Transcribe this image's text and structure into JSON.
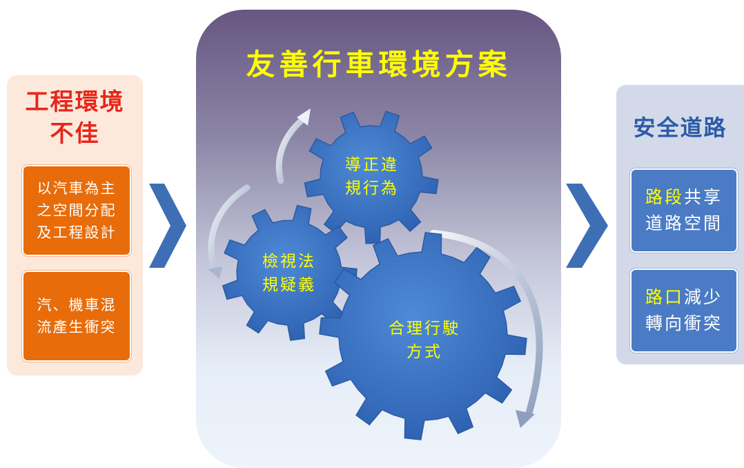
{
  "left_panel": {
    "title_lines": [
      "工程環境",
      "不佳"
    ],
    "items": [
      {
        "lines": [
          "以汽車為主",
          "之空間分配",
          "及工程設計"
        ]
      },
      {
        "lines": [
          "汽、機車混",
          "流產生衝突"
        ]
      }
    ]
  },
  "center_panel": {
    "title": "友善行車環境方案",
    "gears": [
      {
        "lines": [
          "導正違",
          "規行為"
        ]
      },
      {
        "lines": [
          "檢視法",
          "規疑義"
        ]
      },
      {
        "lines": [
          "合理行駛",
          "方式"
        ]
      }
    ]
  },
  "right_panel": {
    "title": "安全道路",
    "items": [
      {
        "highlight": "路段",
        "rest": "共享",
        "line2": "道路空間"
      },
      {
        "highlight": "路口",
        "rest": "減少",
        "line2": "轉向衝突"
      }
    ]
  },
  "colors": {
    "left_title": "#e8261a",
    "orange_box": "#e86c0a",
    "center_title": "#ffff00",
    "gear": "#3a74c8",
    "right_title": "#2a5aa8",
    "blue_box": "#4a7bc4",
    "highlight": "#ffff00",
    "chevron": "#3e6fb5"
  }
}
